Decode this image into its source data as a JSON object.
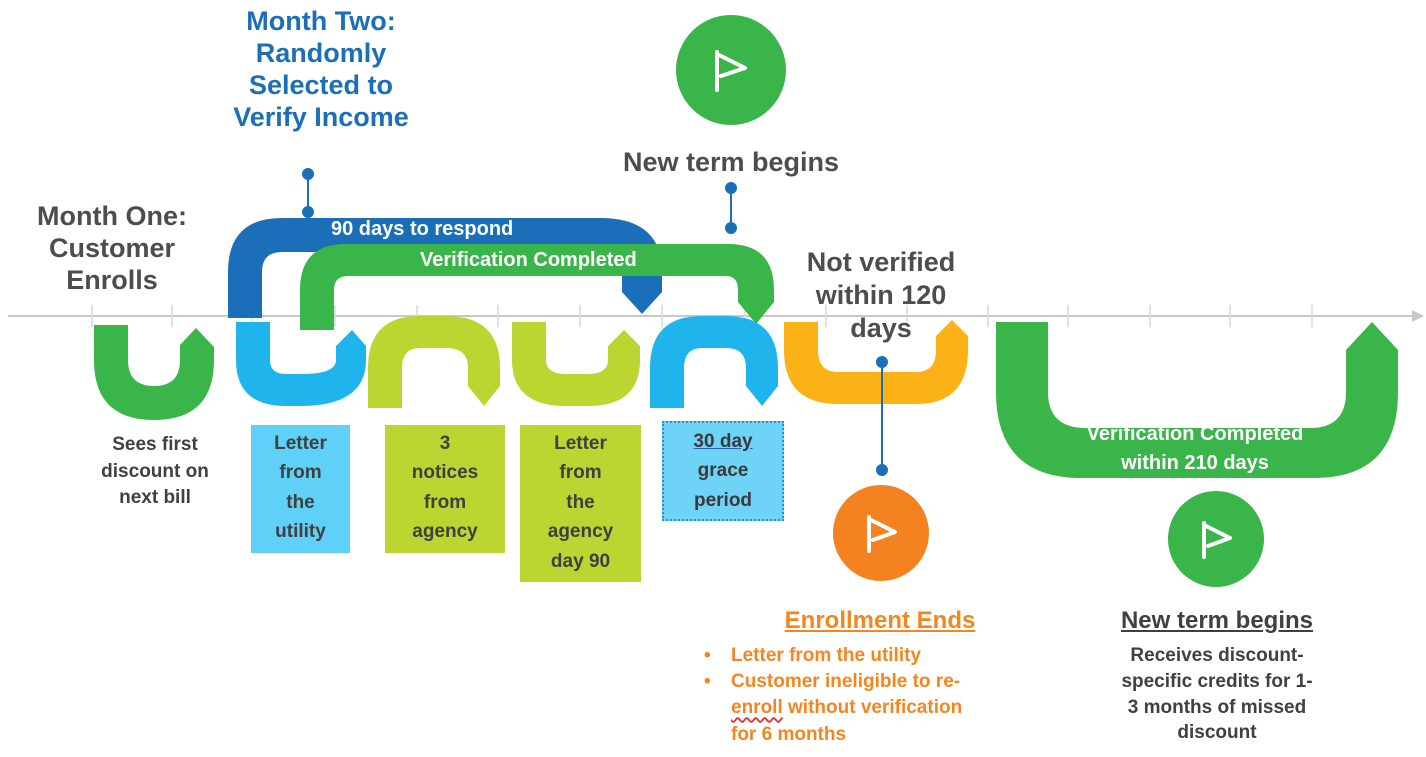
{
  "milestones": {
    "month_two": [
      "Month Two:",
      "Randomly",
      "Selected to",
      "Verify Income"
    ],
    "new_term_top": "New term begins",
    "month_one": [
      "Month One:",
      "Customer",
      "Enrolls"
    ],
    "not_verified": [
      "Not verified",
      "within 120",
      "days"
    ]
  },
  "bands": {
    "respond": "90 days to respond",
    "verification": "Verification Completed",
    "verification_210": [
      "Verification Completed",
      "within 210 days"
    ]
  },
  "captions": {
    "first_discount": [
      "Sees first",
      "discount on",
      "next bill"
    ]
  },
  "boxes": {
    "letter_utility": [
      "Letter",
      "from",
      "the",
      "utility"
    ],
    "three_notices": [
      "3",
      "notices",
      "from",
      "agency"
    ],
    "letter_agency": [
      "Letter",
      "from",
      "the",
      "agency",
      "day 90"
    ],
    "grace": [
      "30 day",
      "grace",
      "period"
    ]
  },
  "enrollment_ends": {
    "title": "Enrollment Ends",
    "items": [
      "Letter from the utility",
      "Customer ineligible to re-",
      "enroll",
      " without verification",
      "for 6 months"
    ]
  },
  "new_term_bottom": {
    "title": "New term begins",
    "body": [
      "Receives discount-",
      "specific credits for 1-",
      "3 months of missed",
      "discount"
    ]
  },
  "colors": {
    "green": "#3ab54a",
    "blue_dark": "#1a6fb8",
    "sky": "#1fb5ec",
    "lime": "#b5cf2a",
    "amber": "#fbb217",
    "orange": "#f5851f",
    "axis": "#c8c8c8"
  },
  "icons": [
    "flag-icon",
    "flag-icon",
    "flag-icon"
  ]
}
